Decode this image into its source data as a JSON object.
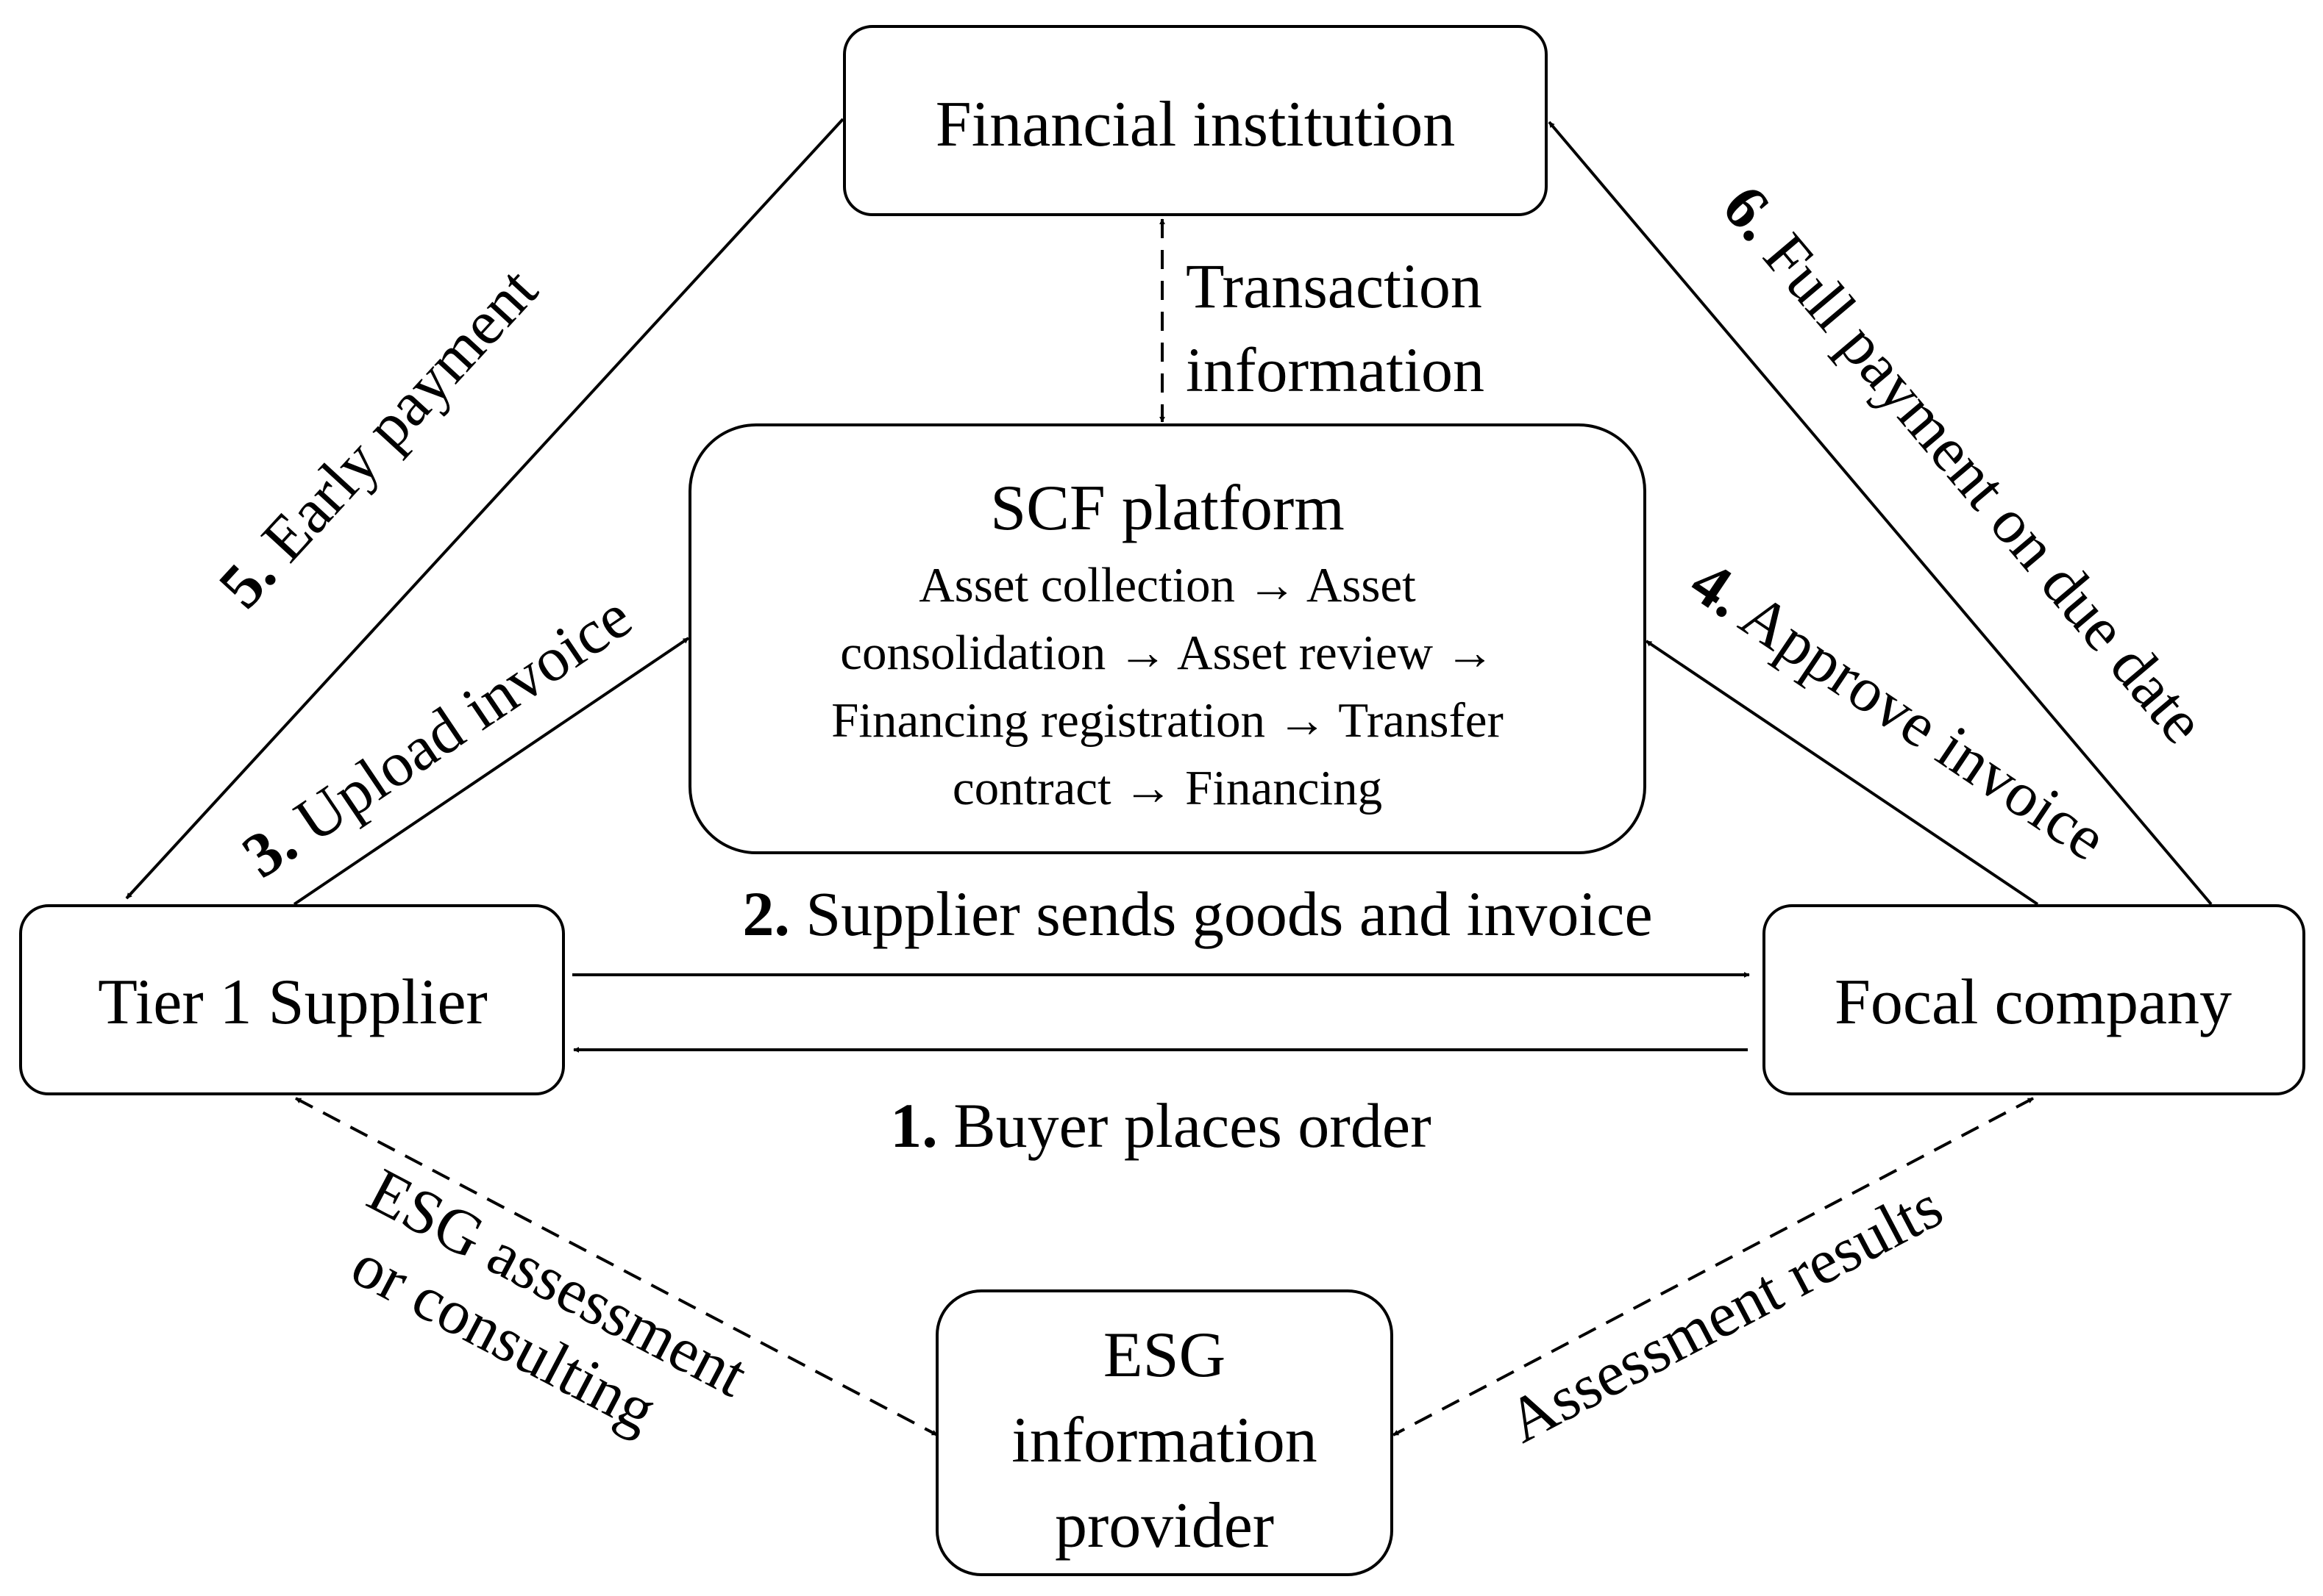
{
  "nodes": {
    "financial_institution": "Financial institution",
    "scf_platform": {
      "title": "SCF platform",
      "lines": [
        "Asset collection → Asset",
        "consolidation → Asset review →",
        "Financing registration → Transfer",
        "contract → Financing"
      ]
    },
    "tier1_supplier": "Tier 1 Supplier",
    "focal_company": "Focal company",
    "esg_provider": {
      "lines": [
        "ESG",
        "information",
        "provider"
      ]
    }
  },
  "edges": {
    "transaction_info": {
      "lines": [
        "Transaction",
        "information"
      ]
    },
    "step1": {
      "num": "1.",
      "text": " Buyer places order"
    },
    "step2": {
      "num": "2.",
      "text": " Supplier sends goods and invoice"
    },
    "step3": {
      "num": "3.",
      "text": " Upload invoice"
    },
    "step4": {
      "num": "4.",
      "text": " Approve invoice"
    },
    "step5": {
      "num": "5.",
      "text": " Early payment"
    },
    "step6": {
      "num": "6.",
      "text": " Full payment on due date"
    },
    "esg_assessment": {
      "lines": [
        "ESG assessment",
        "or consulting"
      ]
    },
    "assessment_results": "Assessment results"
  }
}
